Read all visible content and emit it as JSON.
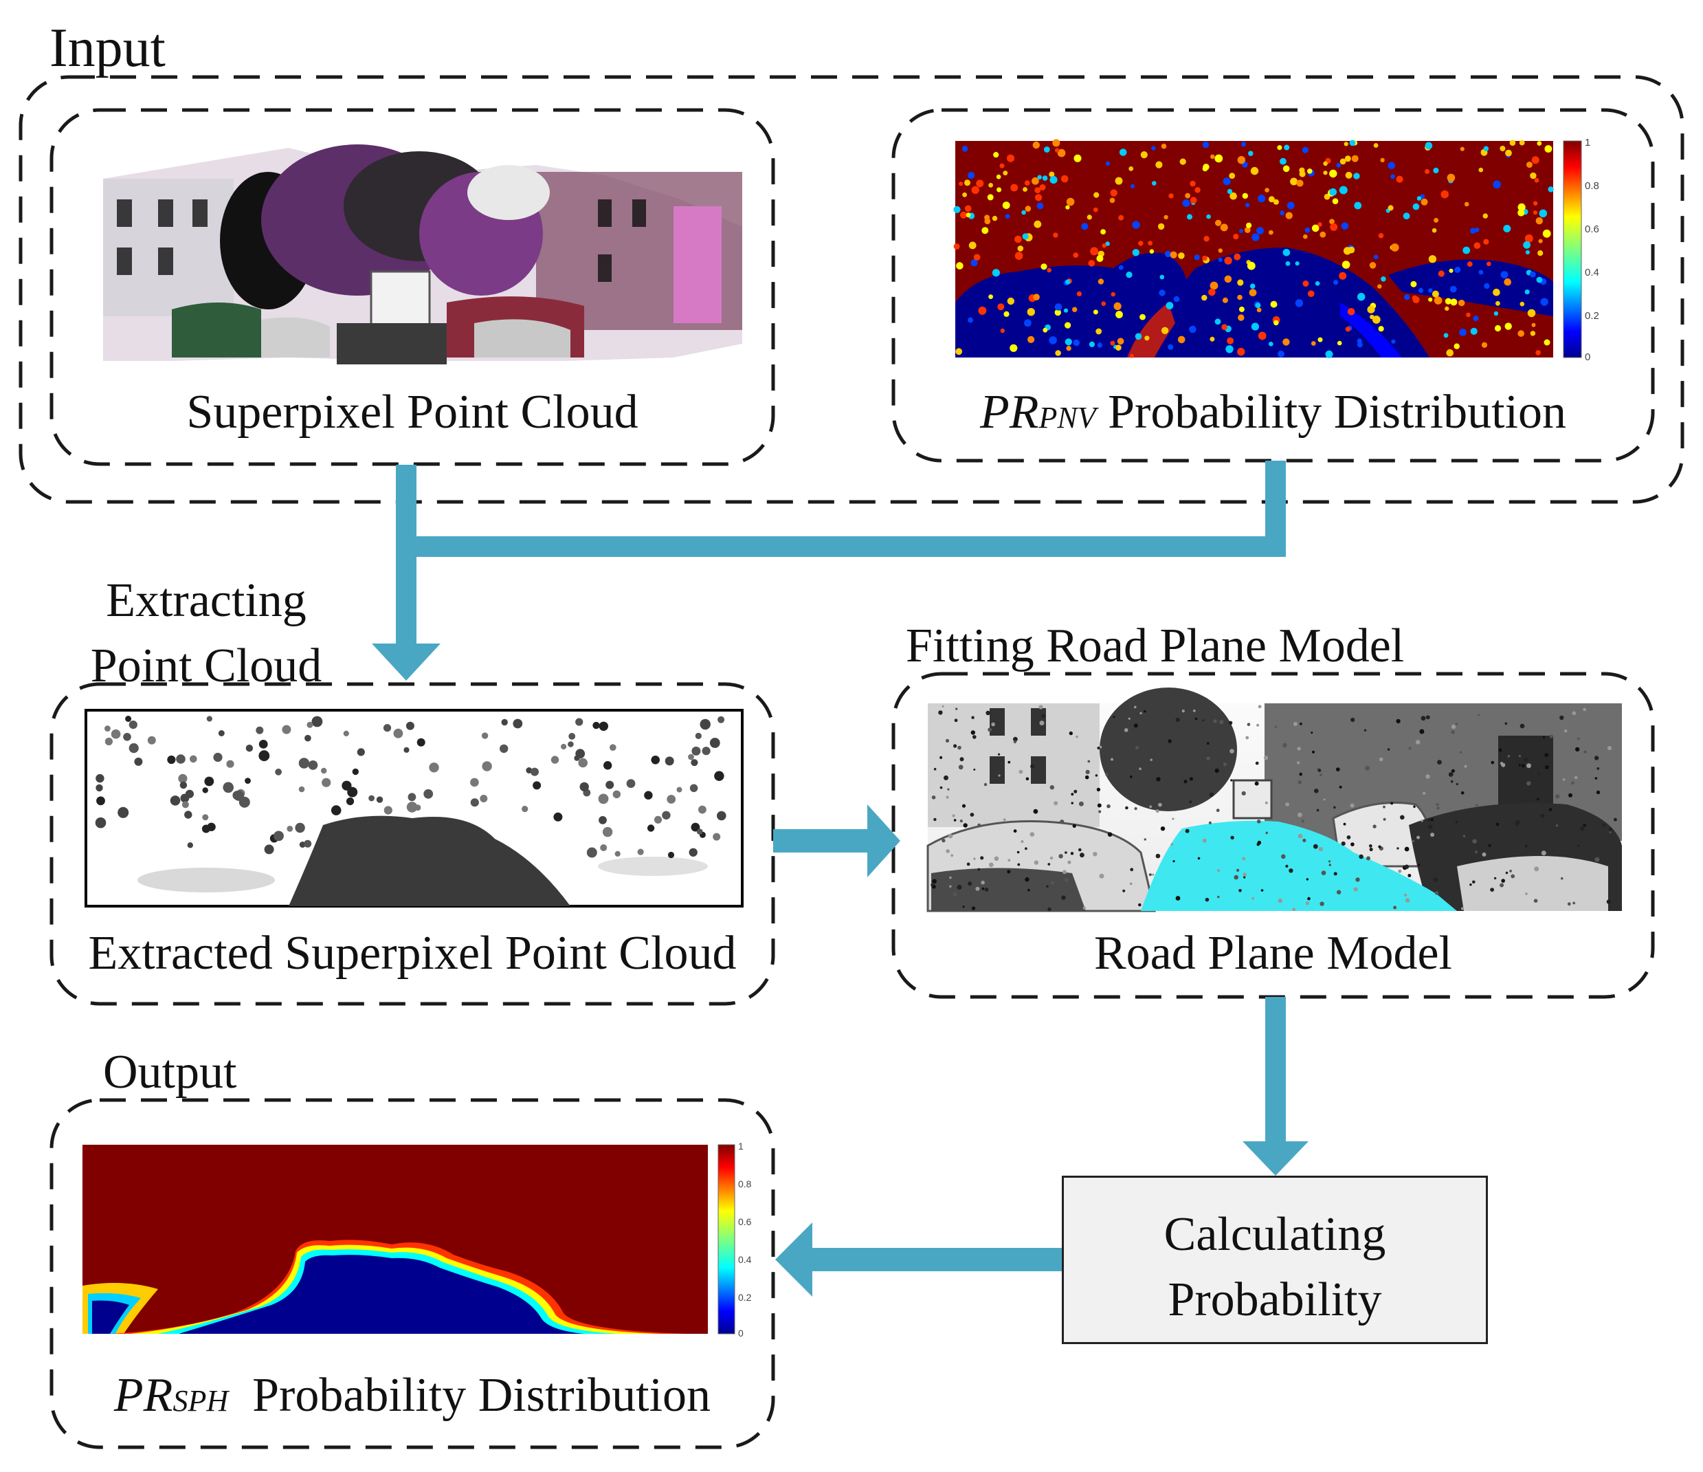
{
  "groups": {
    "input": {
      "title": "Input"
    },
    "output": {
      "title": "Output"
    }
  },
  "panels": {
    "superpixel": {
      "caption": "Superpixel Point Cloud"
    },
    "pnv": {
      "caption_main": "PR",
      "caption_sub": "PNV",
      "caption_rest": " Probability Distribution"
    },
    "extracted": {
      "caption": "Extracted Superpixel Point Cloud"
    },
    "road": {
      "caption": "Road Plane Model"
    },
    "sph": {
      "caption_main": "PR",
      "caption_sub": "SPH",
      "caption_rest": "  Probability Distribution"
    }
  },
  "steps": {
    "extracting": {
      "line1": "Extracting",
      "line2": "Point Cloud"
    },
    "fitting": {
      "label": "Fitting Road Plane Model"
    },
    "calculating": {
      "line1": "Calculating",
      "line2": "Probability"
    }
  },
  "colorbar_ticks": [
    "1",
    "0.8",
    "0.6",
    "0.4",
    "0.2",
    "0"
  ],
  "colors": {
    "arrow": "#4aa7c4",
    "dashed_border": "#1a1a1a",
    "high_prob": "#800000",
    "low_prob": "#00008f",
    "road_mask": "#3fe8f0",
    "process_box_fill": "#f1f1f1"
  },
  "icons": {
    "flow_arrows": "arrow-right-icon"
  }
}
